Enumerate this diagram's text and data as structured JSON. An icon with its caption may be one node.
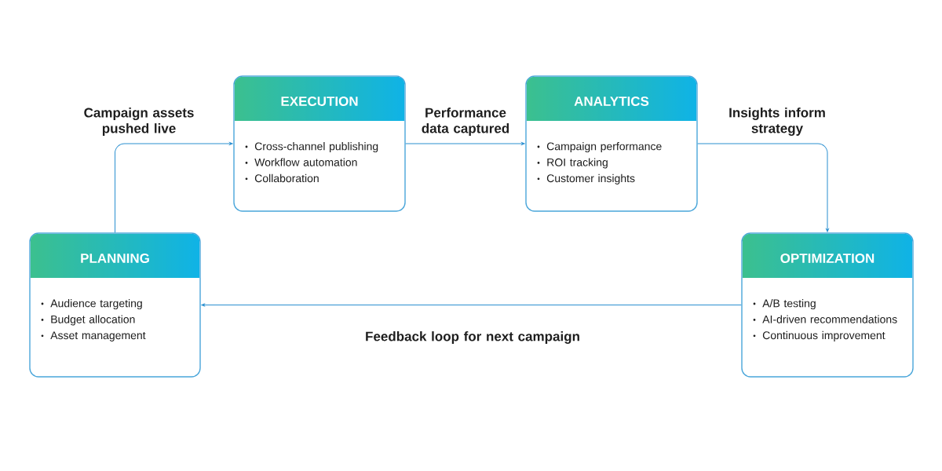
{
  "diagram": {
    "nodes": [
      {
        "text": [
          "EXECUTION",
          "Cross-channel publishing",
          "Workflow automation",
          "Collaboration"
        ]
      },
      {
        "text": [
          "ANALYTICS",
          "Campaign performance",
          "ROI tracking",
          "Customer insights"
        ]
      },
      {
        "text": [
          "PLANNING",
          "Audience targeting",
          "Budget allocation",
          "Asset management"
        ]
      },
      {
        "text": [
          "OPTIMIZATION",
          "A/B testing",
          "AI-driven recommendations",
          "Continuous improvement"
        ]
      }
    ],
    "edges": [
      {
        "from": 2,
        "to": 0,
        "arrow": "to",
        "label": "Campaign assets pushed live"
      },
      {
        "from": 0,
        "to": 1,
        "arrow": "to",
        "label": "Performance data captured"
      },
      {
        "from": 1,
        "to": 3,
        "arrow": "to",
        "label": "Insights inform strategy"
      },
      {
        "from": 3,
        "to": 2,
        "arrow": "to",
        "label": "Feedback loop for next campaign"
      }
    ]
  }
}
